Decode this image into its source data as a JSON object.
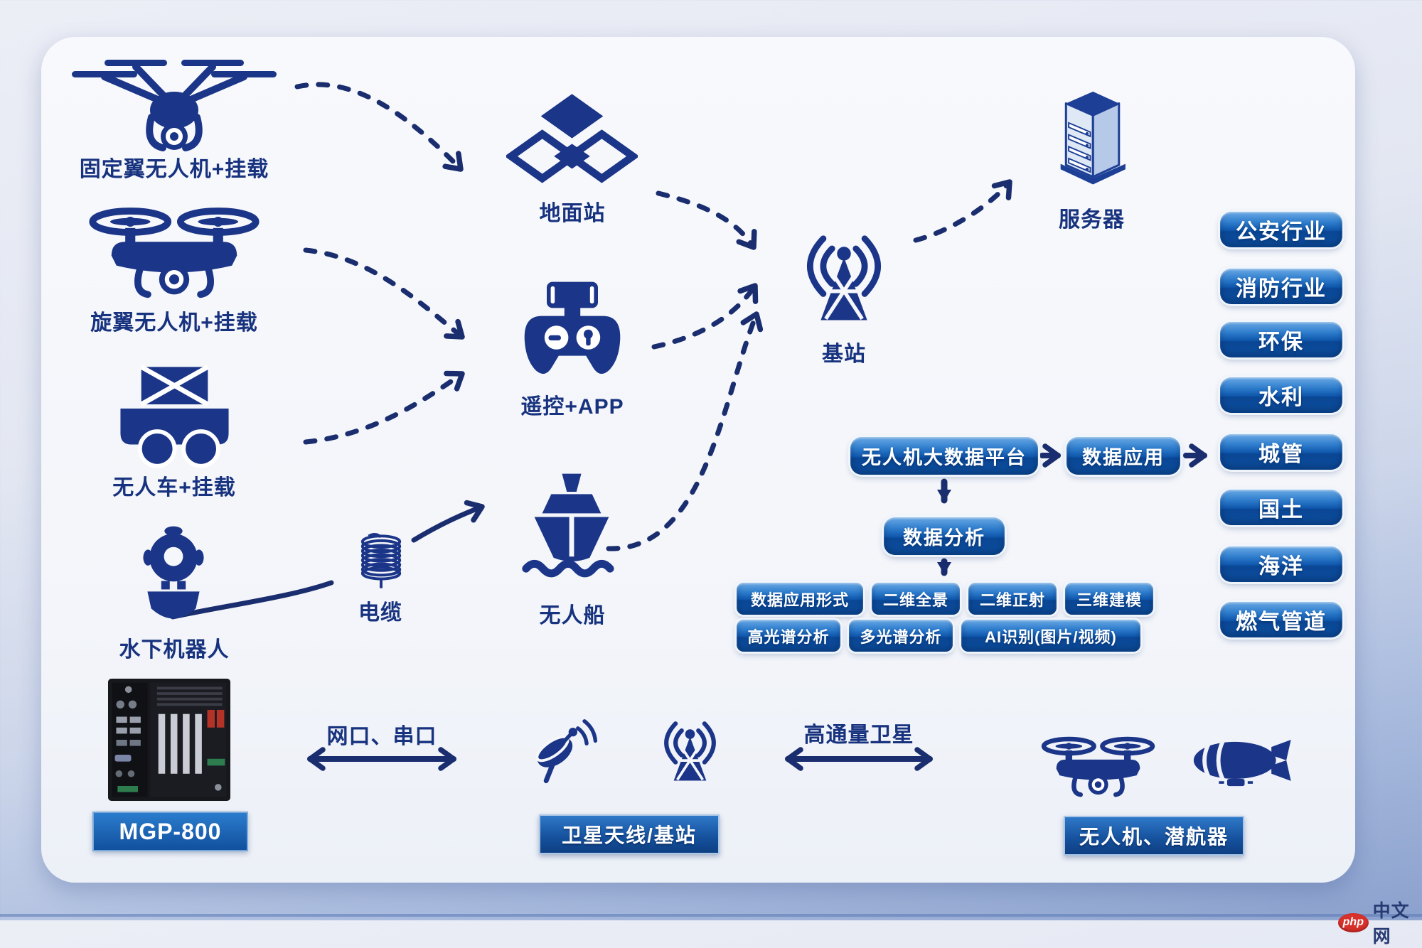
{
  "labels": {
    "fixed_wing": "固定翼无人机+挂载",
    "rotor": "旋翼无人机+挂载",
    "ugv": "无人车+挂载",
    "underwater": "水下机器人",
    "mgp": "MGP-800",
    "ground_station": "地面站",
    "remote": "遥控+APP",
    "ship": "无人船",
    "cable": "电缆",
    "base_station": "基站",
    "server": "服务器",
    "net_serial": "网口、串口",
    "sat_antenna": "卫星天线/基站",
    "hts": "高通量卫星",
    "uav_sub": "无人机、潜航器"
  },
  "industries": [
    "公安行业",
    "消防行业",
    "环保",
    "水利",
    "城管",
    "国土",
    "海洋",
    "燃气管道"
  ],
  "flow": {
    "platform": "无人机大数据平台",
    "data_app": "数据应用",
    "data_analysis": "数据分析",
    "row1": [
      "数据应用形式",
      "二维全景",
      "二维正射",
      "三维建模"
    ],
    "row2": [
      "高光谱分析",
      "多光谱分析",
      "AI识别(图片/视频)"
    ]
  },
  "watermark": {
    "logo": "php",
    "text": "中文网"
  },
  "colors": {
    "icon_navy": "#1b3588",
    "arrow_navy": "#1a2d6e",
    "panel_bg": "#f6f7fb",
    "button_blue_top": "#6aaae6",
    "button_blue_bottom": "#0d51a2",
    "plate_blue": "#15509c",
    "watermark_red": "#d6322b"
  }
}
